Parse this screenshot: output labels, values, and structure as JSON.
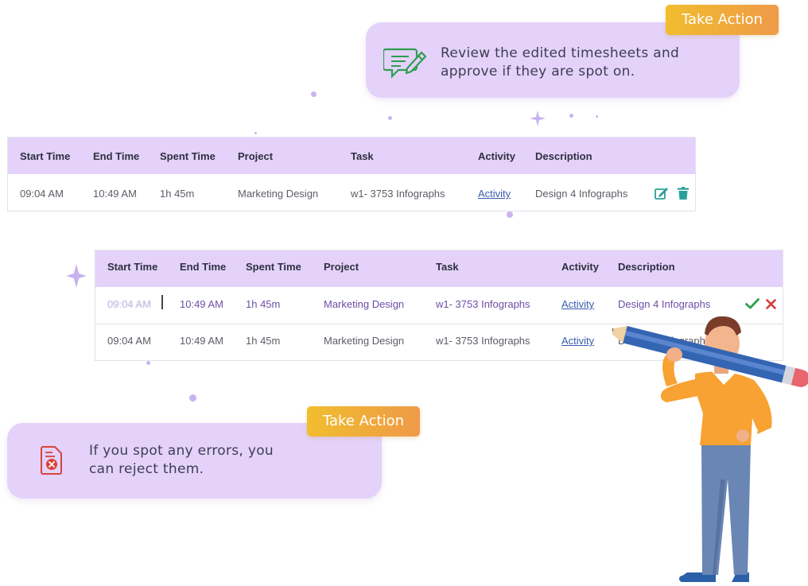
{
  "top_callout": {
    "text_line1": "Review the edited timesheets and",
    "text_line2": "approve if they are spot on.",
    "button": "Take Action",
    "icon": "edit-timesheet-icon"
  },
  "bottom_callout": {
    "text_line1": "If you spot any errors, you",
    "text_line2": "can reject them.",
    "button": "Take Action",
    "icon": "reject-document-icon"
  },
  "table1": {
    "headers": [
      "Start Time",
      "End Time",
      "Spent Time",
      "Project",
      "Task",
      "Activity",
      "Description"
    ],
    "row": {
      "start": "09:04 AM",
      "end": "10:49 AM",
      "spent": "1h 45m",
      "project": "Marketing Design",
      "task": "w1- 3753 Infographs",
      "activity": "Activity",
      "description": "Design 4 Infographs"
    }
  },
  "table2": {
    "headers": [
      "Start Time",
      "End Time",
      "Spent Time",
      "Project",
      "Task",
      "Activity",
      "Description"
    ],
    "rows": [
      {
        "start": "09:04 AM",
        "end": "10:49 AM",
        "spent": "1h 45m",
        "project": "Marketing Design",
        "task": "w1- 3753 Infographs",
        "activity": "Activity",
        "description": "Design 4 Infographs"
      },
      {
        "start": "09:04 AM",
        "end": "10:49 AM",
        "spent": "1h 45m",
        "project": "Marketing Design",
        "task": "w1- 3753 Infographs",
        "activity": "Activity",
        "description": "Design 4 Infograph"
      }
    ]
  },
  "colors": {
    "callout_bg": "#e4d2fb",
    "button_start": "#f1bd2e",
    "button_end": "#ef9a48",
    "approve": "#2e9e4f",
    "reject": "#d93a3a",
    "edit": "#2aa198"
  }
}
